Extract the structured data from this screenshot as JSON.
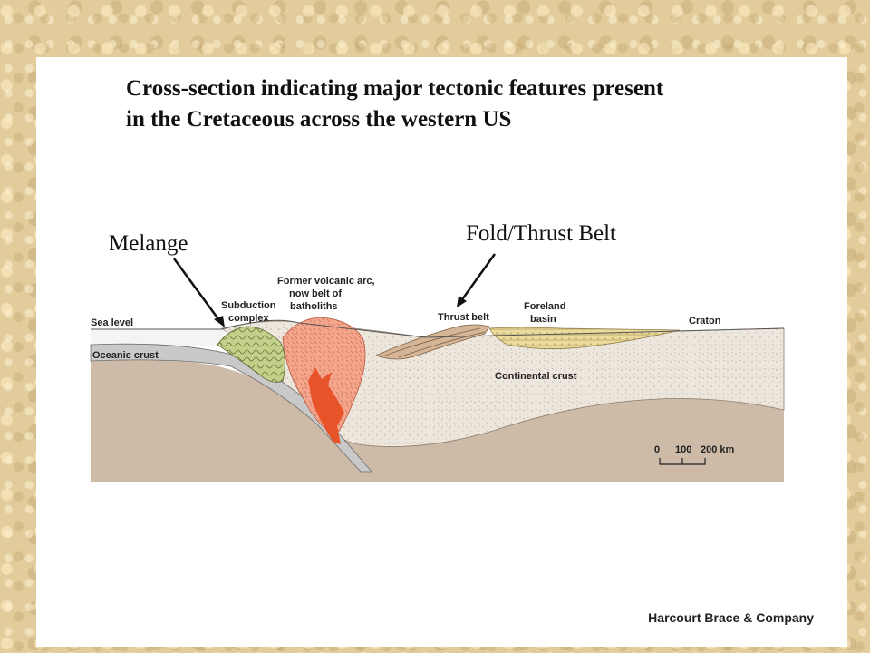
{
  "slide": {
    "title_line1": "Cross-section indicating major tectonic features present",
    "title_line2": "in the Cretaceous across the western US",
    "publisher": "Harcourt Brace & Company"
  },
  "annotations": {
    "melange": "Melange",
    "fold_thrust_belt": "Fold/Thrust Belt"
  },
  "diagram_labels": {
    "sea_level": "Sea level",
    "oceanic_crust": "Oceanic crust",
    "subduction_line1": "Subduction",
    "subduction_line2": "complex",
    "arc_line1": "Former volcanic arc,",
    "arc_line2": "now belt of",
    "arc_line3": "batholiths",
    "thrust_belt": "Thrust belt",
    "foreland_line1": "Foreland",
    "foreland_line2": "basin",
    "craton": "Craton",
    "continental_crust": "Continental crust"
  },
  "scale_bar": {
    "ticks": [
      "0",
      "100",
      "200 km"
    ]
  },
  "colors": {
    "background": "#e2cc9c",
    "continental_crust": "#ece6dc",
    "mantle": "#cdbaa7",
    "oceanic_crust": "#c9c9c9",
    "subduction_complex": "#c2d08a",
    "batholith": "#f4a58c",
    "magma": "#e8542a",
    "thrust_sheets": "#d6b596",
    "foreland_basin": "#eadb9c"
  }
}
